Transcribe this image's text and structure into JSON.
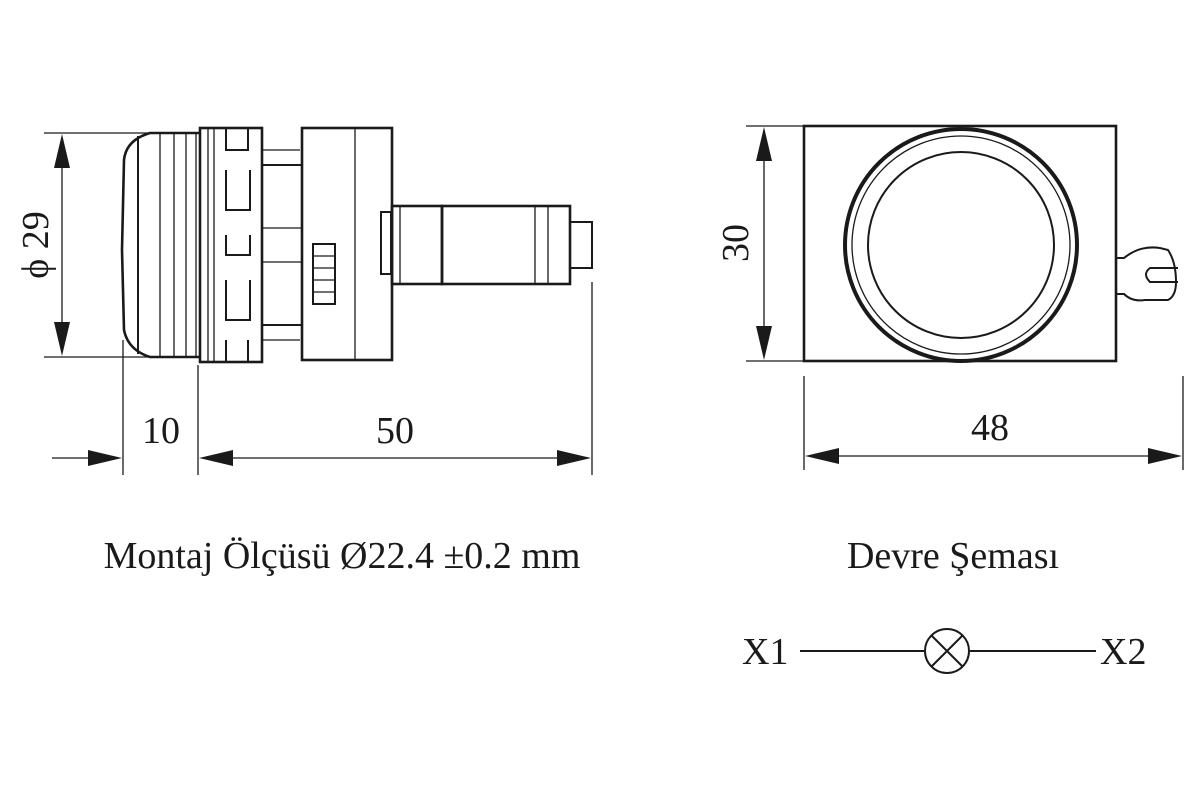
{
  "side_view": {
    "diameter_label": "ϕ 29",
    "front_length_label": "10",
    "body_length_label": "50"
  },
  "front_view": {
    "height_label": "30",
    "width_label": "48"
  },
  "captions": {
    "mounting": "Montaj Ölçüsü Ø22.4 ±0.2 mm",
    "circuit": "Devre Şeması"
  },
  "circuit": {
    "terminal_left": "X1",
    "terminal_right": "X2",
    "symbol": "lamp-symbol"
  },
  "colors": {
    "line": "#1a1a1a",
    "background": "#ffffff"
  }
}
